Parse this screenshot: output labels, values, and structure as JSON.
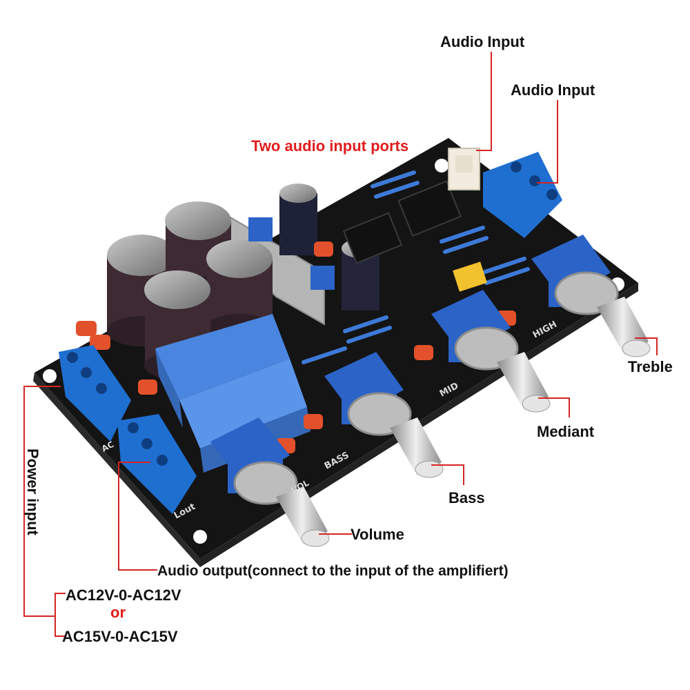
{
  "colors": {
    "leader": "#d62323",
    "label": "#111111",
    "accent_label": "#e11b1b",
    "pcb": "#151515",
    "terminal": "#1f6fd1",
    "capacitor": "#3d2a33",
    "film_cap": "#4a86e0"
  },
  "labels": {
    "audio_input_1": "Audio Input",
    "audio_input_2": "Audio Input",
    "two_ports": "Two audio input ports",
    "treble": "Treble",
    "mediant": "Mediant",
    "bass": "Bass",
    "volume": "Volume",
    "audio_output": "Audio output(connect to the input of the amplifiert)",
    "power_input": "Power input",
    "ac12": "AC12V-0-AC12V",
    "or": "or",
    "ac15": "AC15V-0-AC15V"
  },
  "silkscreen": {
    "bass": "BASS",
    "mid": "MID",
    "high": "HIGH",
    "lout": "Lout",
    "vol": "VOL",
    "ac": "AC"
  }
}
